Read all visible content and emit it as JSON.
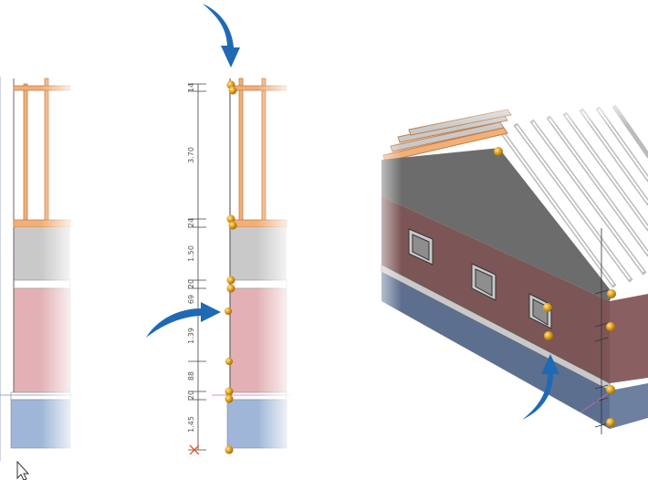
{
  "colors": {
    "rafter": "#f2b079",
    "rafter_edge": "#c07d48",
    "wall_grey": "#c9c9c9",
    "wall_pink": "#e3b1b5",
    "wall_blue": "#9fb6d9",
    "arrow_blue": "#1f69b5",
    "handle_gold": "#e3a21c",
    "roof_dark": "#6c6c6c",
    "facade_brown": "#7c5656",
    "base_navy": "#5c6f8f"
  },
  "dimensions": [
    "14",
    "3.70",
    "24",
    "1.50",
    "20",
    "69",
    "1.39",
    "88",
    "20",
    "1.45"
  ],
  "icons": {
    "cursor": "mouse-pointer-icon",
    "origin": "origin-cross-icon"
  }
}
